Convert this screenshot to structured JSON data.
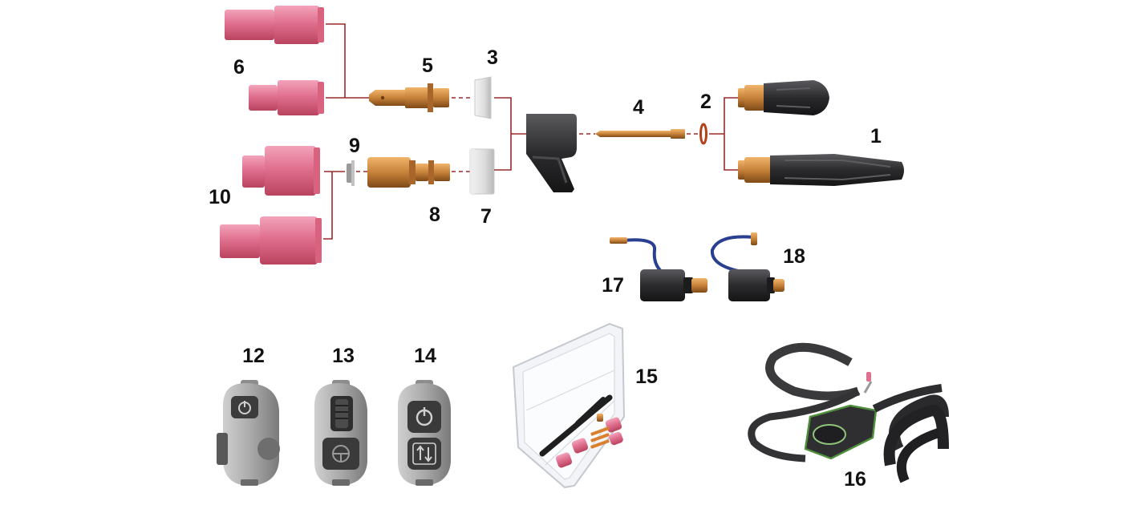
{
  "diagram": {
    "part_labels": [
      "1",
      "2",
      "3",
      "4",
      "5",
      "6",
      "7",
      "8",
      "9",
      "10",
      "12",
      "13",
      "14",
      "15",
      "16",
      "17",
      "18"
    ],
    "colors": {
      "ceramic": "#e0708f",
      "ceramic_dark": "#c94f72",
      "brass": "#c7823a",
      "brass_dark": "#8e5620",
      "leader": "#9a2a2a",
      "body": "#2b2b2d",
      "switch_grey": "#a9a9a9",
      "cable_blue": "#2a3f8f"
    },
    "icons": [
      "power-icon",
      "up-down-arrows-icon",
      "scroll-wheel-icon"
    ]
  }
}
